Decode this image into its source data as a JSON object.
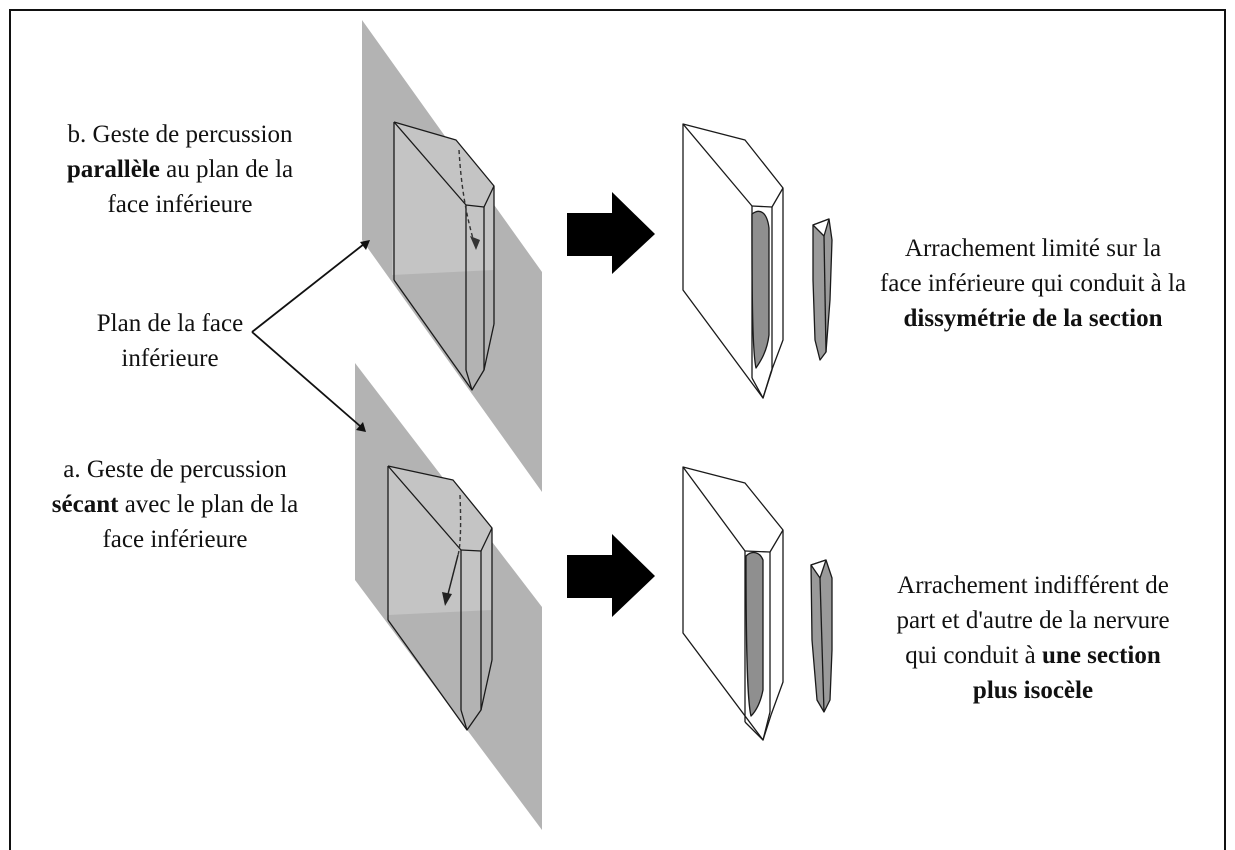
{
  "colors": {
    "plane": "#b3b3b3",
    "stroke": "#1a1a1a",
    "scar": "#8f8f8f",
    "arrow": "#000000"
  },
  "labels": {
    "b_line1": "b. Geste de percussion",
    "b_bold": "parallèle",
    "b_rest": " au plan de la",
    "b_line3": "face inférieure",
    "plan_line1": "Plan de la face",
    "plan_line2": "inférieure",
    "a_line1": "a. Geste de percussion",
    "a_bold": "sécant",
    "a_rest": " avec le plan de la",
    "a_line3": "face inférieure",
    "rb_line1": "Arrachement limité sur la",
    "rb_line2": "face inférieure qui conduit à la",
    "rb_bold": "dissymétrie de la section",
    "ra_line1": "Arrachement indifférent de",
    "ra_line2": "part et d'autre de la nervure",
    "ra_plain": "qui conduit à ",
    "ra_bold1": "une section",
    "ra_bold2": "plus isocèle"
  }
}
